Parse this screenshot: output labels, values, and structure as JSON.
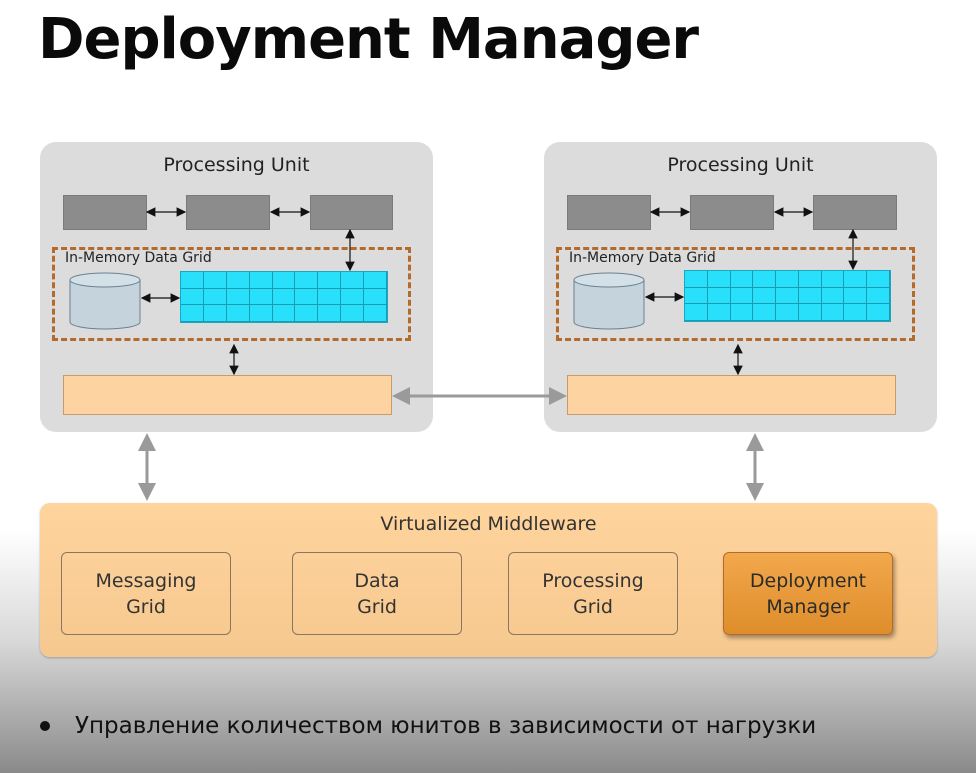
{
  "title": "Deployment Manager",
  "processing_units": [
    {
      "label": "Processing Unit",
      "data_grid_label": "In-Memory Data Grid"
    },
    {
      "label": "Processing Unit",
      "data_grid_label": "In-Memory Data Grid"
    }
  ],
  "middleware": {
    "label": "Virtualized Middleware",
    "components": [
      {
        "label": "Messaging\nGrid",
        "highlighted": false
      },
      {
        "label": "Data\nGrid",
        "highlighted": false
      },
      {
        "label": "Processing\nGrid",
        "highlighted": false
      },
      {
        "label": "Deployment\nManager",
        "highlighted": true
      }
    ]
  },
  "bullets": [
    "Управление количеством юнитов в зависимости от нагрузки"
  ],
  "colors": {
    "unit_bg": "#dcdcdc",
    "grid_cells": "#29e0fa",
    "bus": "#fdd3a2",
    "middleware": "#ffd49d",
    "highlight": "#e89a3a",
    "dashed_border": "#b46a2a"
  }
}
